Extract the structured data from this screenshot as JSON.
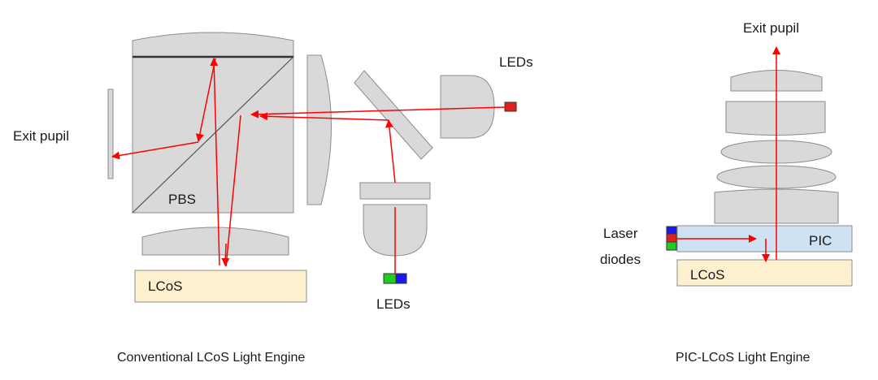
{
  "left_diagram": {
    "label_exit_pupil": "Exit pupil",
    "label_leds_right": "LEDs",
    "label_leds_bottom": "LEDs",
    "label_pbs": "PBS",
    "label_lcos": "LCoS",
    "caption": "Conventional LCoS Light Engine"
  },
  "right_diagram": {
    "label_exit_pupil": "Exit pupil",
    "label_laser_line1": "Laser",
    "label_laser_line2": "diodes",
    "label_pic": "PIC",
    "label_lcos": "LCoS",
    "caption": "PIC-LCoS Light Engine"
  },
  "colors": {
    "optics_fill": "#d9d9d9",
    "optics_stroke": "#8c8c8c",
    "lcos_fill": "#fdf0cf",
    "pic_fill": "#cfe2f3",
    "ray": "#ff0000",
    "led_red": "#e02020",
    "led_green": "#22cc22",
    "led_blue": "#1a1aee"
  }
}
